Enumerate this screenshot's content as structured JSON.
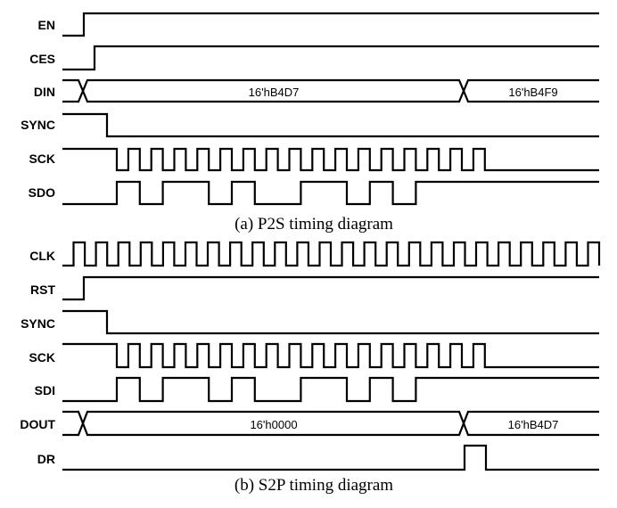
{
  "panels": [
    {
      "caption": "(a) P2S timing diagram",
      "signals": [
        {
          "name": "EN",
          "kind": "step",
          "initial": 0,
          "edges": [
            1
          ]
        },
        {
          "name": "CES",
          "kind": "step",
          "initial": 0,
          "edges": [
            1
          ]
        },
        {
          "name": "DIN",
          "kind": "bus",
          "segments": [
            "16'hB4D7",
            "16'hB4F9"
          ]
        },
        {
          "name": "SYNC",
          "kind": "step",
          "initial": 1,
          "edges": [
            1
          ]
        },
        {
          "name": "SCK",
          "kind": "clock",
          "cycles": 16
        },
        {
          "name": "SDO",
          "kind": "data",
          "bits": [
            1,
            0,
            1,
            1,
            0,
            1,
            0,
            0,
            1,
            1,
            0,
            1,
            0,
            1,
            1,
            1
          ]
        }
      ]
    },
    {
      "caption": "(b) S2P timing diagram",
      "signals": [
        {
          "name": "CLK",
          "kind": "clock",
          "cycles": 24
        },
        {
          "name": "RST",
          "kind": "step",
          "initial": 0,
          "edges": [
            1
          ]
        },
        {
          "name": "SYNC",
          "kind": "step",
          "initial": 1,
          "edges": [
            1
          ]
        },
        {
          "name": "SCK",
          "kind": "clock",
          "cycles": 16
        },
        {
          "name": "SDI",
          "kind": "data",
          "bits": [
            1,
            0,
            1,
            1,
            0,
            1,
            0,
            0,
            1,
            1,
            0,
            1,
            0,
            1,
            1,
            1
          ]
        },
        {
          "name": "DOUT",
          "kind": "bus",
          "segments": [
            "16'h0000",
            "16'hB4D7"
          ]
        },
        {
          "name": "DR",
          "kind": "pulse",
          "initial": 0
        }
      ]
    }
  ]
}
